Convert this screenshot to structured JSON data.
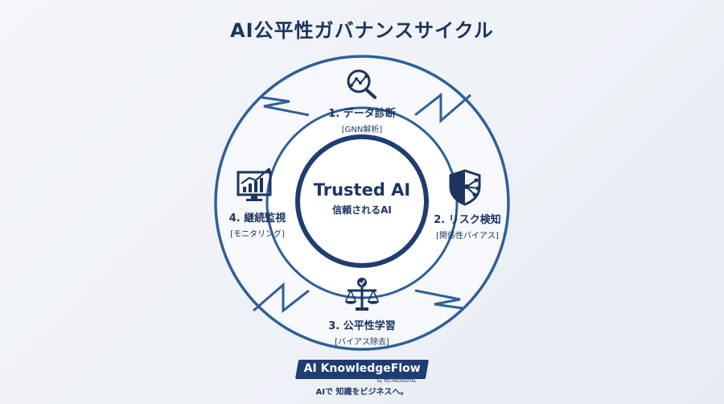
{
  "title": "AI公平性ガバナンスサイクル",
  "center": {
    "main": "Trusted AI",
    "sub": "信頼されるAI"
  },
  "steps": [
    {
      "label": "1. データ診断",
      "sub": "[GNN解析]",
      "icon": "magnifier-chart-icon"
    },
    {
      "label": "2. リスク検知",
      "sub": "[関係性バイアス]",
      "icon": "shield-network-icon"
    },
    {
      "label": "3. 公平性学習",
      "sub": "[バイアス除去]",
      "icon": "balance-scale-icon"
    },
    {
      "label": "4. 継続監視",
      "sub": "[モニタリング]",
      "icon": "monitor-chart-icon"
    }
  ],
  "brand": {
    "name": "AI KnowledgeFlow",
    "by": "by TECHNODIGITAL",
    "tagline": "AIで 知識をビジネスへ。"
  },
  "colors": {
    "navy": "#1b3560",
    "ring": "#2f5f98",
    "background": "#eef1f6"
  }
}
